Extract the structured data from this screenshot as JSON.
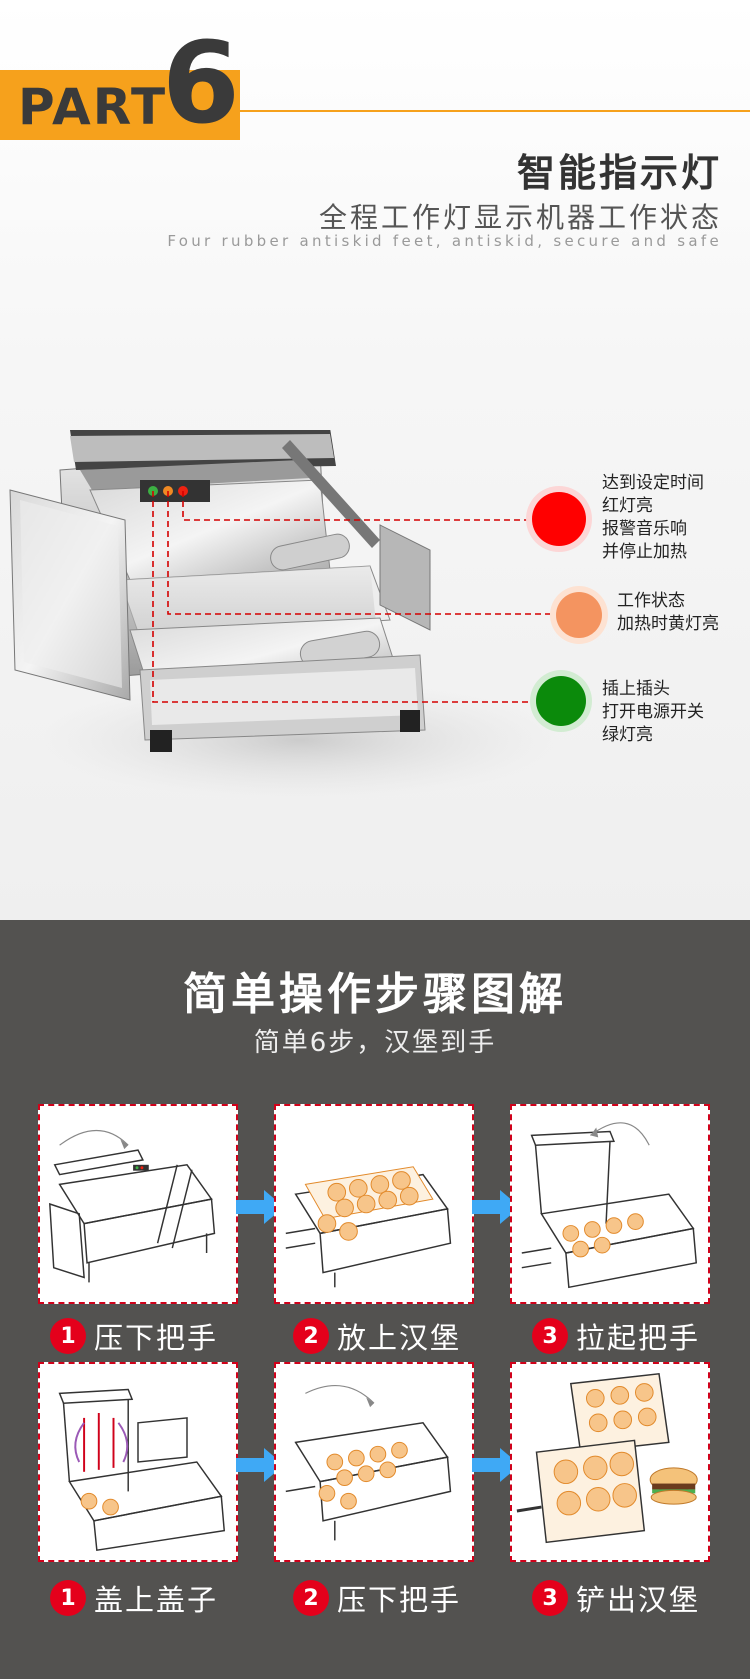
{
  "header": {
    "part_text": "PART",
    "part_num": "6",
    "title": "智能指示灯",
    "subtitle": "全程工作灯显示机器工作状态",
    "english": "Four rubber antiskid feet, antiskid, secure and safe"
  },
  "indicators": [
    {
      "color": "#ff0000",
      "lines": [
        "达到设定时间",
        "红灯亮",
        "报警音乐响",
        "并停止加热"
      ]
    },
    {
      "color": "#f49460",
      "lines": [
        "工作状态",
        "加热时黄灯亮"
      ]
    },
    {
      "color": "#0b8a0b",
      "lines": [
        "插上插头",
        "打开电源开关",
        "绿灯亮"
      ]
    }
  ],
  "steps_section": {
    "title": "简单操作步骤图解",
    "subtitle": "简单6步，汉堡到手",
    "row1": [
      {
        "num": "1",
        "label": "压下把手"
      },
      {
        "num": "2",
        "label": "放上汉堡"
      },
      {
        "num": "3",
        "label": "拉起把手"
      }
    ],
    "row2": [
      {
        "num": "1",
        "label": "盖上盖子"
      },
      {
        "num": "2",
        "label": "压下把手"
      },
      {
        "num": "3",
        "label": "铲出汉堡"
      }
    ]
  },
  "colors": {
    "accent": "#f6a11c",
    "dark_bg": "#535250",
    "step_badge": "#e4001b",
    "arrow": "#3fa9f5"
  }
}
